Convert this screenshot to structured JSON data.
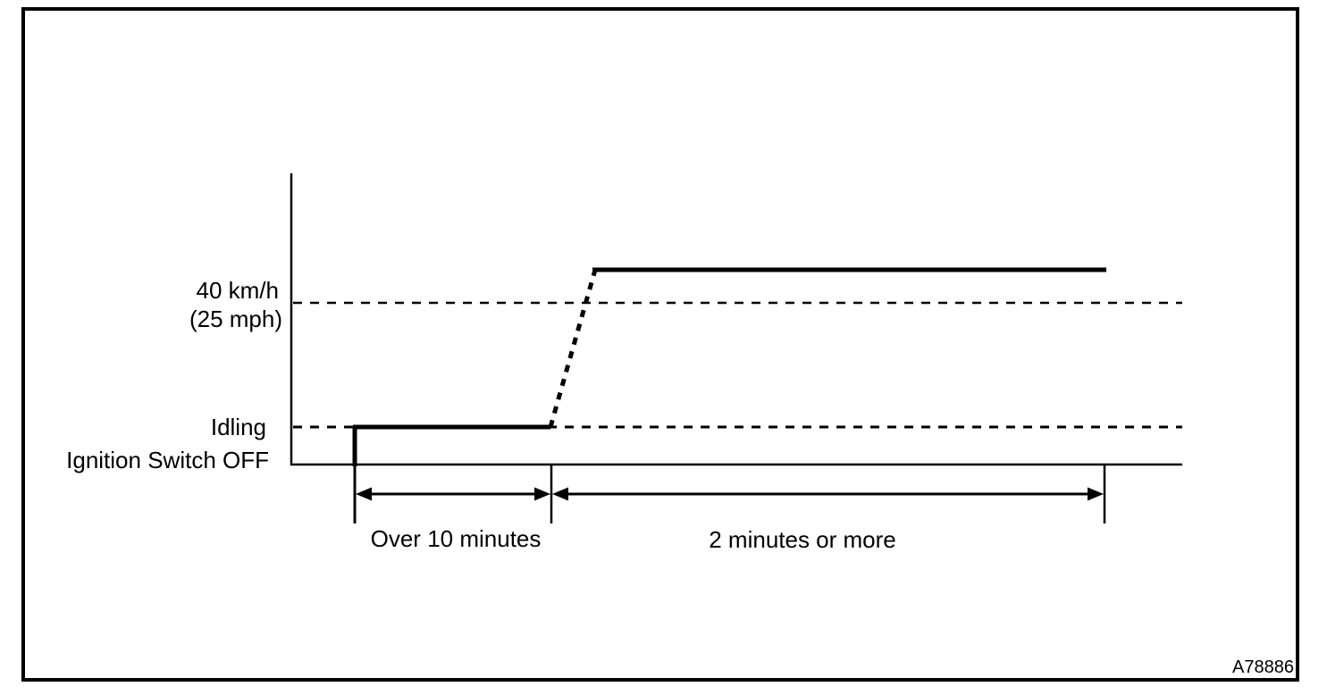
{
  "figure": {
    "code": "A78886",
    "background_color": "#ffffff",
    "line_color": "#000000"
  },
  "labels": {
    "speed_line1": "40 km/h",
    "speed_line2": "(25 mph)",
    "idling": "Idling",
    "ignition_off": "Ignition Switch OFF",
    "phase1_duration": "Over 10 minutes",
    "phase2_duration": "2 minutes or more"
  },
  "chart_data": {
    "type": "line",
    "title": "",
    "xlabel": "",
    "ylabel": "",
    "grid": false,
    "y_levels": [
      "Ignition Switch OFF",
      "Idling",
      "40 km/h (25 mph)"
    ],
    "reference_lines": [
      {
        "label": "40 km/h (25 mph)",
        "style": "dashed"
      },
      {
        "label": "Idling",
        "style": "dashed"
      }
    ],
    "segments": [
      {
        "level": "Idling",
        "duration_label": "Over 10 minutes",
        "line_style": "solid"
      },
      {
        "level_from": "Idling",
        "level_to": "above 40 km/h (25 mph)",
        "duration_label": "",
        "line_style": "dashed"
      },
      {
        "level": "above 40 km/h (25 mph)",
        "duration_label": "2 minutes or more",
        "line_style": "solid"
      }
    ],
    "annotations": [
      "Over 10 minutes",
      "2 minutes or more",
      "A78886"
    ]
  }
}
